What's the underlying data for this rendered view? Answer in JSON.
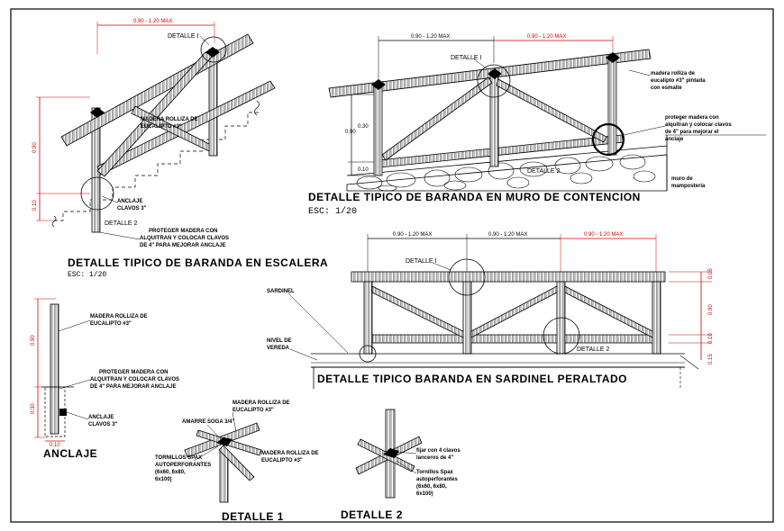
{
  "colors": {
    "line": "#000000",
    "dimension": "#d40000",
    "timber_fill": "#3c3c3c",
    "border": "#000000"
  },
  "escalera": {
    "title": "DETALLE TIPICO DE BARANDA EN ESCALERA",
    "scale": "ESC: 1/20",
    "dim_top": "0.90 - 1.20 MAX",
    "detalle1": "DETALLE I",
    "detalle2": "DETALLE 2",
    "note_madera_1": "MADERA ROLLIZA DE",
    "note_madera_2": "EUCALIPTO #3\"",
    "note_anclaje_1": "ANCLAJE",
    "note_anclaje_2": "CLAVOS 3\"",
    "note_proteger_1": "PROTEGER MADERA CON",
    "note_proteger_2": "ALQUITRAN Y COLOCAR CLAVOS",
    "note_proteger_3": "DE 4\" PARA MEJORAR ANCLAJE",
    "dim_v1": "0.90",
    "dim_v2": "0.10"
  },
  "muro": {
    "title": "DETALLE TIPICO DE BARANDA EN MURO DE CONTENCION",
    "scale": "ESC: 1/20",
    "dim_top_1": "0.90 - 1.20 MAX",
    "dim_top_2": "0.90 - 1.20 MAX",
    "detalle1": "DETALLE I",
    "detalle2": "DETALLE 2",
    "dim_v1": "0.30",
    "dim_v2": "0.90",
    "dim_v3": "0.10",
    "note_madera_1": "madera rolliza de",
    "note_madera_2": "eucalipto #3\" pintada",
    "note_madera_3": "con esmalte",
    "note_proteger_1": "proteger madera con",
    "note_proteger_2": "alquitran y colocar clavos",
    "note_proteger_3": "de 4\" para mejorar el",
    "note_proteger_4": "anclaje",
    "note_muro_1": "muro de",
    "note_muro_2": "mamposteria"
  },
  "sardinel": {
    "title": "DETALLE TIPICO BARANDA EN SARDINEL PERALTADO",
    "dim_top_1": "0.90 - 1.20 MAX",
    "dim_top_2": "0.90 - 1.20 MAX",
    "dim_top_3": "0.90 - 1.20 MAX",
    "detalle1": "DETALLE I",
    "detalle2": "DETALLE 2",
    "label_sardinel": "SARDINEL",
    "label_nivel_1": "NIVEL DE",
    "label_nivel_2": "VEREDA",
    "dim_r1": "0.05",
    "dim_r2": "0.90",
    "dim_r3": "0.10",
    "dim_r4": "0.15"
  },
  "anclaje": {
    "title": "ANCLAJE",
    "note_madera_1": "MADERA ROLLIZA DE",
    "note_madera_2": "EUCALIPTO #3\"",
    "note_proteger_1": "PROTEGER MADERA CON",
    "note_proteger_2": "ALQUITRAN Y COLOCAR CLAVOS",
    "note_proteger_3": "DE 4\" PARA MEJORAR ANCLAJE",
    "note_anclaje_1": "ANCLAJE",
    "note_anclaje_2": "CLAVOS 3\"",
    "dim_v1": "0.90",
    "dim_v2": "0.30",
    "dim_b": "0.10"
  },
  "detalle1": {
    "title": "DETALLE 1",
    "note_amarre": "AMARRE SOGA 3/4\"",
    "note_madera_a1": "MADERA ROLLIZA DE",
    "note_madera_a2": "EUCALIPTO #3\"",
    "note_madera_b1": "MADERA ROLLIZA DE",
    "note_madera_b2": "EUCALIPTO #3\"",
    "note_tornillos_1": "TORNILLOS SPAX",
    "note_tornillos_2": "AUTOPERFORANTES",
    "note_tornillos_3": "(6x60, 6x80,",
    "note_tornillos_4": "6x100)"
  },
  "detalle2": {
    "title": "DETALLE 2",
    "note_fijar_1": "fijar con 4 clavos",
    "note_fijar_2": "lanceros de 4\"",
    "note_tornillos_1": "Tornillos Spax",
    "note_tornillos_2": "autoperforantes",
    "note_tornillos_3": "(6x60, 6x80,",
    "note_tornillos_4": "6x100)"
  }
}
